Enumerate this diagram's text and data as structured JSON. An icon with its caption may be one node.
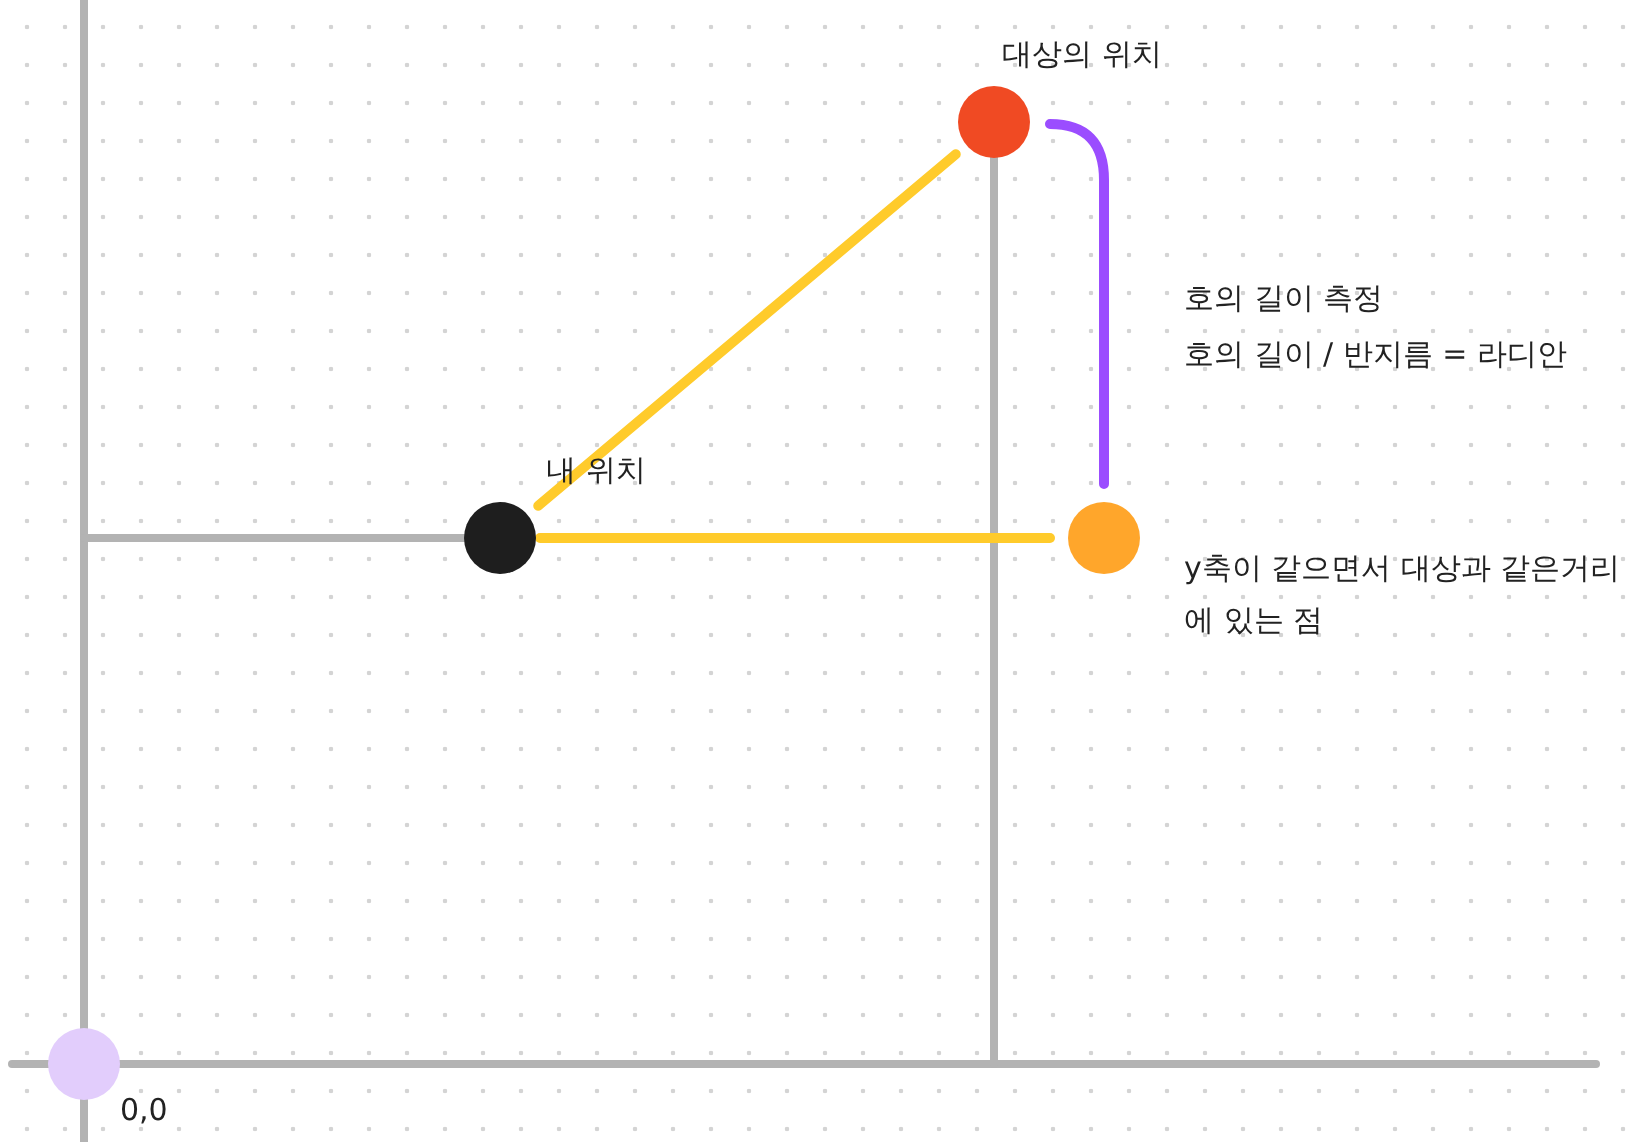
{
  "diagram": {
    "nodes": [
      {
        "text": [
          "내 위치"
        ]
      },
      {
        "text": [
          "대상의 위치"
        ]
      },
      {
        "text": [
          "y축이 같으면서 대상과 같은거리에 있는 점"
        ]
      },
      {
        "text": [
          "0,0"
        ]
      }
    ],
    "edges": [
      {
        "from": 0,
        "to": 1,
        "arrow": "none"
      },
      {
        "from": 0,
        "to": 2,
        "arrow": "none"
      },
      {
        "from": 1,
        "to": 2,
        "arrow": "none",
        "color": "#9b4dff"
      }
    ],
    "labels": [
      "호의 길이 측정",
      "호의 길이 / 반지름 = 라디안"
    ]
  }
}
